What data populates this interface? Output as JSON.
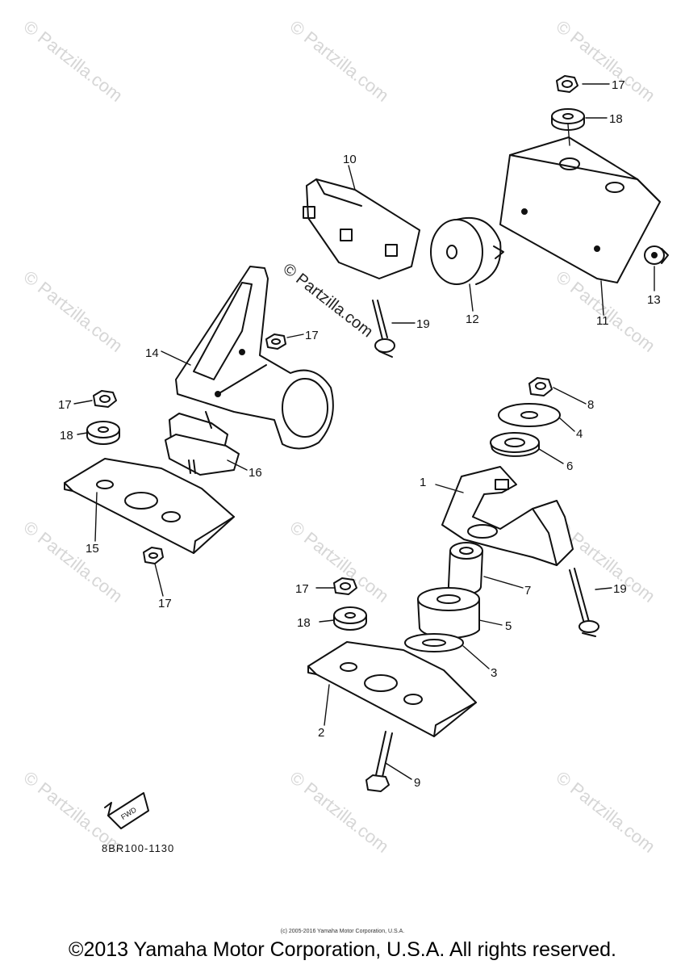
{
  "watermark": "© Partzilla.com",
  "center_watermark": "© Partzilla.com",
  "diagram_code": "8BR100-1130",
  "fwd_label": "FWD",
  "copyright_small": "(c) 2005-2016 Yamaha Motor Corporation, U.S.A.",
  "copyright_main": "©2013 Yamaha Motor Corporation, U.S.A. All rights reserved.",
  "callouts": {
    "c1": "1",
    "c2": "2",
    "c3": "3",
    "c4": "4",
    "c5": "5",
    "c6": "6",
    "c7": "7",
    "c8": "8",
    "c9": "9",
    "c10": "10",
    "c11": "11",
    "c12": "12",
    "c13": "13",
    "c14": "14",
    "c15": "15",
    "c16": "16",
    "c17a": "17",
    "c17b": "17",
    "c17c": "17",
    "c17d": "17",
    "c17e": "17",
    "c18a": "18",
    "c18b": "18",
    "c18c": "18",
    "c19a": "19",
    "c19b": "19"
  }
}
